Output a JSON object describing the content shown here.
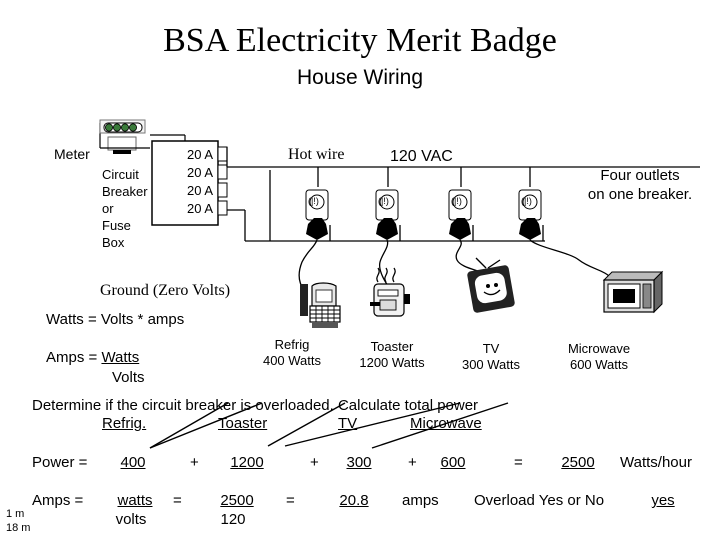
{
  "header": {
    "title": "BSA Electricity Merit Badge",
    "subtitle": "House Wiring"
  },
  "diagram": {
    "meter_label": "Meter",
    "breaker_box_lines": [
      "Circuit",
      "Breaker",
      "or",
      "Fuse",
      "Box"
    ],
    "breakers": [
      "20 A",
      "20 A",
      "20 A",
      "20 A"
    ],
    "hot_wire_label": "Hot wire",
    "voltage_label": "120 VAC",
    "outlets_note_lines": [
      "Four outlets",
      "on one breaker."
    ],
    "ground_label": "Ground (Zero Volts)",
    "outlet_glyph": "(|!)"
  },
  "formulas": {
    "watts": "Watts = Volts * amps",
    "amps_prefix": "Amps = ",
    "amps_numerator": "Watts",
    "amps_denominator": "Volts"
  },
  "appliances": [
    {
      "name": "Refrig",
      "watts": "400 Watts",
      "icon": "refrigerator-icon"
    },
    {
      "name": "Toaster",
      "watts": "1200 Watts",
      "icon": "toaster-icon"
    },
    {
      "name": "TV",
      "watts": "300 Watts",
      "icon": "tv-icon"
    },
    {
      "name": "Microwave",
      "watts": "600 Watts",
      "icon": "microwave-icon"
    }
  ],
  "question": {
    "text": "Determine if the circuit breaker is overloaded. Calculate total power",
    "columns": [
      "Refrig.",
      "Toaster",
      "TV",
      "Microwave"
    ]
  },
  "power_row": {
    "label": "Power =",
    "values": [
      "400",
      "1200",
      "300",
      "600"
    ],
    "plus": "+",
    "equals": "=",
    "total": "2500",
    "unit": "Watts/hour"
  },
  "amps_row": {
    "label": "Amps =",
    "numerator": "watts",
    "denominator": "volts",
    "eq1": "=",
    "frac_num": "2500",
    "frac_den": "120",
    "eq2": "=",
    "result": "20.8",
    "unit": "amps",
    "overload_prompt": "Overload  Yes or No",
    "overload_answer": "yes",
    "corner_notes": [
      "1 m",
      "18 m"
    ]
  }
}
